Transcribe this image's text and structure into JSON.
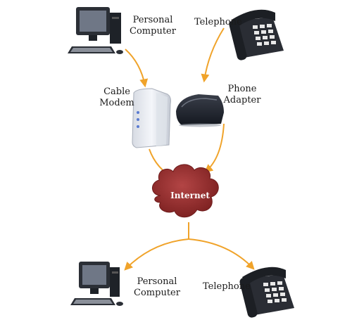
{
  "labels": {
    "top_pc_line1": "Personal",
    "top_pc_line2": "Computer",
    "top_phone": "Telephone",
    "cable_modem_line1": "Cable",
    "cable_modem_line2": "Modem",
    "phone_adapter_line1": "Phone",
    "phone_adapter_line2": "Adapter",
    "internet": "Internet",
    "bottom_pc_line1": "Personal",
    "bottom_pc_line2": "Computer",
    "bottom_phone": "Telephone"
  },
  "colors": {
    "arrow": "#f0a32a",
    "cloud": "#8e2a2a",
    "cloud_text": "#ffffff"
  },
  "icons": {
    "computer": "desktop-computer-icon",
    "telephone": "desk-telephone-icon",
    "modem": "cable-modem-icon",
    "adapter": "phone-adapter-icon",
    "cloud": "internet-cloud-icon"
  }
}
